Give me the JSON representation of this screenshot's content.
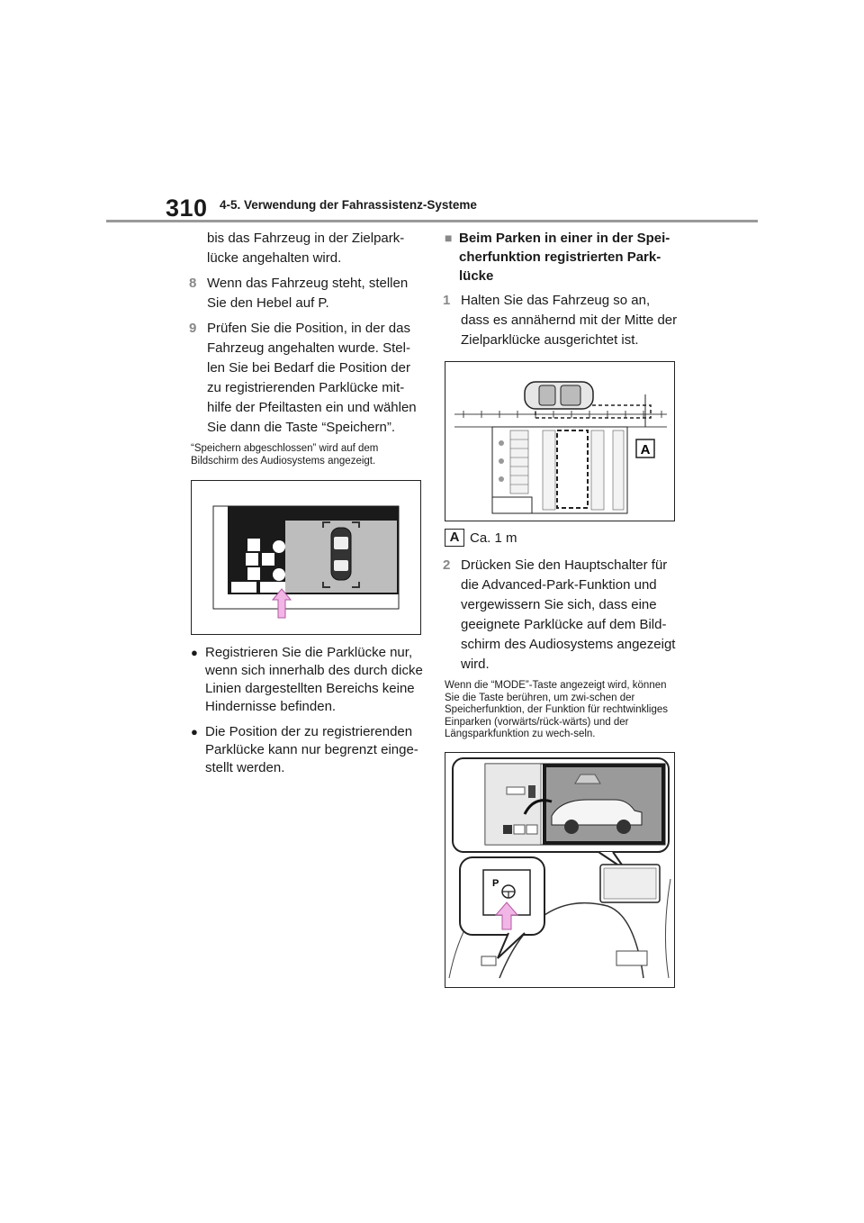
{
  "header": {
    "page_number": "310",
    "section_title": "4-5. Verwendung der Fahrassistenz-Systeme"
  },
  "left": {
    "intro": "bis das Fahrzeug in der Zielpark-lücke angehalten wird.",
    "steps": [
      {
        "num": "8",
        "text": "Wenn das Fahrzeug steht, stellen Sie den Hebel auf P."
      },
      {
        "num": "9",
        "text": "Prüfen Sie die Position, in der das Fahrzeug angehalten wurde. Stel-len Sie bei Bedarf die Position der zu registrierenden Parklücke mit-hilfe der Pfeiltasten ein und wählen Sie dann die Taste “Speichern”."
      }
    ],
    "note": "“Speichern abgeschlossen” wird auf dem Bildschirm des Audiosystems angezeigt.",
    "bullets": [
      "Registrieren Sie die Parklücke nur, wenn sich innerhalb des durch dicke Linien dargestellten Bereichs keine Hindernisse befinden.",
      "Die Position der zu registrierenden Parklücke kann nur begrenzt einge-stellt werden."
    ]
  },
  "right": {
    "heading": "Beim Parken in einer in der Spei-cherfunktion registrierten Park-lücke",
    "steps": [
      {
        "num": "1",
        "text": "Halten Sie das Fahrzeug so an, dass es annähernd mit der Mitte der Zielparklücke ausgerichtet ist."
      },
      {
        "num": "2",
        "text": "Drücken Sie den Hauptschalter für die Advanced-Park-Funktion und vergewissern Sie sich, dass eine geeignete Parklücke auf dem Bild-schirm des Audiosystems angezeigt wird."
      }
    ],
    "figure_label": "A",
    "caption_label": "A",
    "caption_text": "Ca. 1 m",
    "note": "Wenn die “MODE”-Taste angezeigt wird, können Sie die Taste berühren, um zwi-schen der Speicherfunktion, der Funktion für rechtwinkliges Einparken (vorwärts/rück-wärts) und der Längsparkfunktion zu wech-seln."
  },
  "colors": {
    "step_number": "#888888",
    "arrow_fill": "#f2b6e6",
    "arrow_stroke": "#b05aa0",
    "screen_dark": "#1a1a1a",
    "screen_gray": "#bdbdbd"
  },
  "icons": {
    "bullet": "●",
    "heading_marker": "■",
    "steering": "steering-wheel-icon",
    "car": "car-icon"
  }
}
